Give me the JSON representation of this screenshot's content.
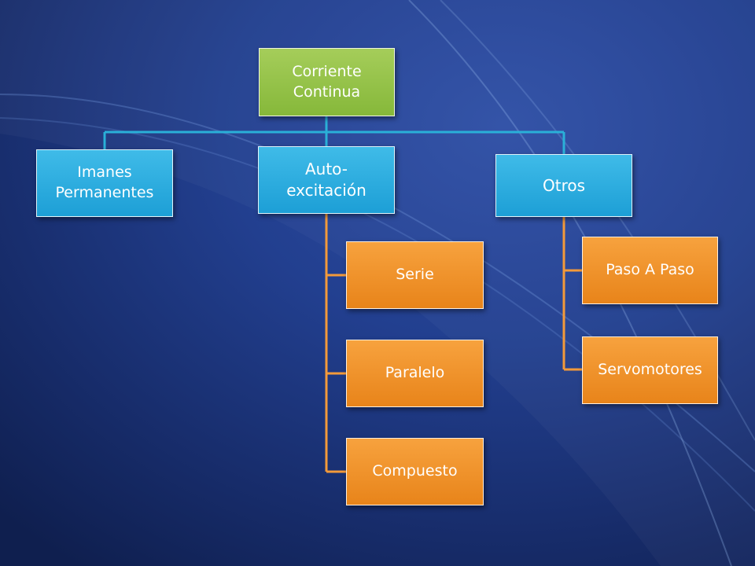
{
  "diagram": {
    "root": {
      "label": "Corriente Continua",
      "color": "#92c24a"
    },
    "categories": [
      {
        "label": "Imanes Permanentes",
        "color": "#29a8e0"
      },
      {
        "label": "Auto-excitación",
        "color": "#29a8e0",
        "children": [
          "Serie",
          "Paralelo",
          "Compuesto"
        ]
      },
      {
        "label": "Otros",
        "color": "#29a8e0",
        "children": [
          "Paso A Paso",
          "Servomotores"
        ]
      }
    ],
    "leaf_color": "#f4952e",
    "root_connector_color": "#2ab0d8",
    "leaf_connector_color": "#f39a3a"
  }
}
